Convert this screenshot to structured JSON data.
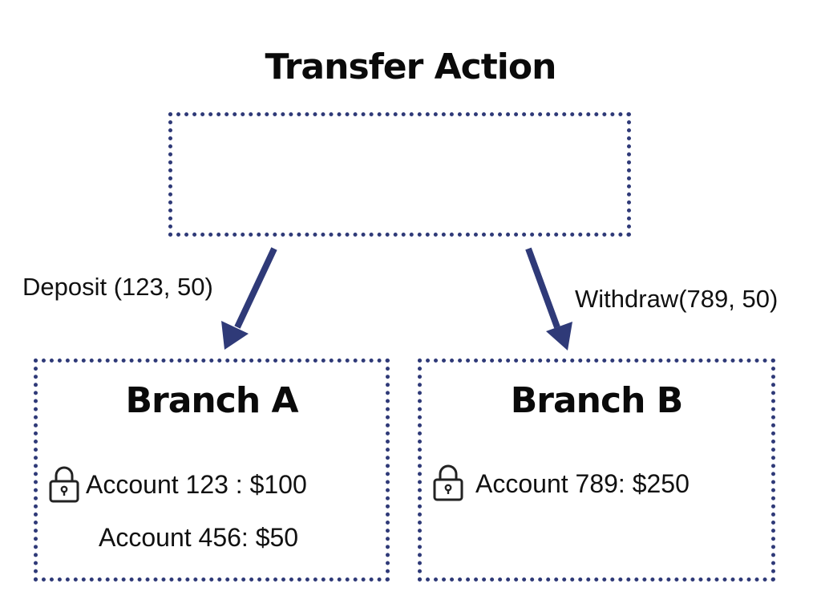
{
  "title": "Transfer Action",
  "action_box": {
    "text": ""
  },
  "edges": {
    "left_label": "Deposit (123, 50)",
    "right_label": "Withdraw(789, 50)"
  },
  "branches": [
    {
      "title": "Branch A",
      "accounts": [
        {
          "text": "Account 123 : $100",
          "locked": true
        },
        {
          "text": "Account 456: $50",
          "locked": false
        }
      ]
    },
    {
      "title": "Branch B",
      "accounts": [
        {
          "text": "Account 789: $250",
          "locked": true
        }
      ]
    }
  ],
  "icons": {
    "lock": "lock-icon"
  },
  "colors": {
    "border": "#2f3a78",
    "arrow": "#2f3a78",
    "text": "#111111"
  }
}
